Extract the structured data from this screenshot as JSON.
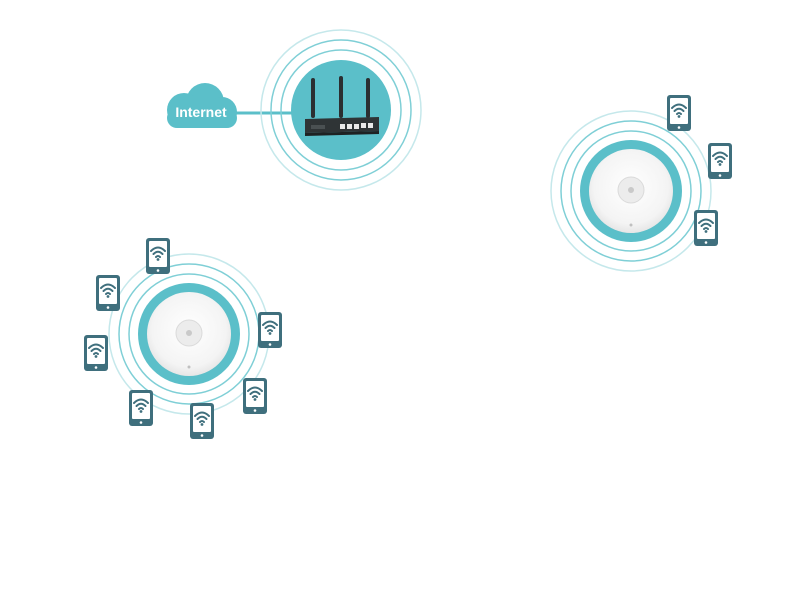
{
  "internet": {
    "label": "Internet",
    "icon": "cloud-icon"
  },
  "router": {
    "icon": "router-icon",
    "antenna_count": 3,
    "port_count": 5
  },
  "access_points": [
    {
      "icon": "ceiling-access-point-icon",
      "logo_icon": "brand-logo-icon",
      "connected_devices": 7
    },
    {
      "icon": "ceiling-access-point-icon",
      "logo_icon": "brand-logo-icon",
      "connected_devices": 3
    }
  ],
  "client_device": {
    "icon": "wifi-tablet-icon"
  },
  "colors": {
    "teal": "#5bbfc9",
    "teal_ring": "#7fcfd6",
    "teal_ring_light": "#c5e8eb",
    "cloud_text": "#ffffff",
    "device_frame": "#3f6f7d",
    "router_body": "#2f3436",
    "ap_disc": "#f7f7f7"
  }
}
